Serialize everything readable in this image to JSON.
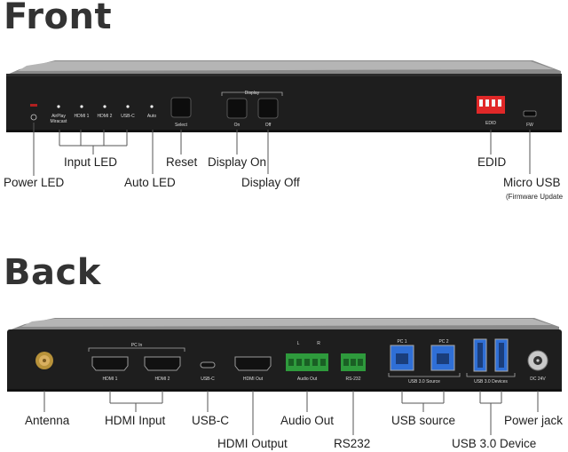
{
  "front": {
    "heading": "Front",
    "panel": {
      "led_airplay": "AirPlay",
      "led_airplay2": "Miracast",
      "led_hdmi1": "HDMI 1",
      "led_hdmi2": "HDMI 2",
      "led_usbc": "USB-C",
      "led_auto": "Auto",
      "select": "Select",
      "display": "Display",
      "on": "On",
      "off": "Off",
      "edid": "EDID",
      "fw": "FW"
    },
    "callouts": {
      "power_led": "Power LED",
      "input_led": "Input LED",
      "auto_led": "Auto LED",
      "reset": "Reset",
      "display_on": "Display On",
      "display_off": "Display Off",
      "edid": "EDID",
      "micro_usb": "Micro USB",
      "firmware_update": "(Firmware Update"
    }
  },
  "back": {
    "heading": "Back",
    "panel": {
      "pc_in": "PC In",
      "hdmi1": "HDMI 1",
      "hdmi2": "HDMI 2",
      "usbc": "USB-C",
      "hdmi_out": "HDMI Out",
      "audio_out": "Audio Out",
      "audio_l": "L",
      "audio_r": "R",
      "rs232": "RS-232",
      "pc1": "PC 1",
      "pc2": "PC 2",
      "usb_source": "USB 3.0 Source",
      "usb_devices": "USB 3.0 Devices",
      "dc": "DC 24V"
    },
    "callouts": {
      "antenna": "Antenna",
      "hdmi_input": "HDMI Input",
      "usbc": "USB-C",
      "hdmi_output": "HDMI Output",
      "audio_out": "Audio Out",
      "rs232": "RS232",
      "usb_source": "USB source",
      "usb_device": "USB 3.0 Device",
      "power_jack": "Power jack"
    }
  }
}
